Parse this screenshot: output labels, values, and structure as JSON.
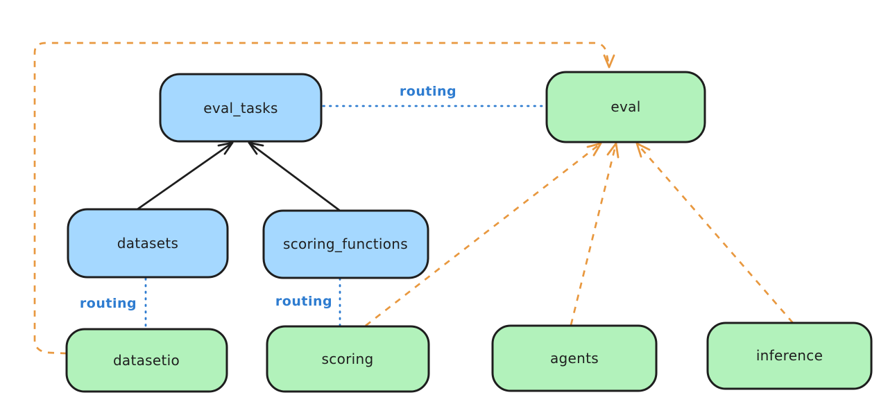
{
  "diagram": {
    "background": "#ffffff",
    "colors": {
      "blue_node_fill": "#a5d8ff",
      "green_node_fill": "#b2f2bb",
      "node_border": "#1e1e1e",
      "node_text": "#1e1e1e",
      "routing_blue": "#2e7cd0",
      "orange_dashed": "#e8983f",
      "black_arrow": "#1e1e1e"
    },
    "nodes": {
      "eval_tasks": {
        "label": "eval_tasks",
        "fill": "#a5d8ff"
      },
      "eval": {
        "label": "eval",
        "fill": "#b2f2bb"
      },
      "datasets": {
        "label": "datasets",
        "fill": "#a5d8ff"
      },
      "scoring_functions": {
        "label": "scoring_functions",
        "fill": "#a5d8ff"
      },
      "datasetio": {
        "label": "datasetio",
        "fill": "#b2f2bb"
      },
      "scoring": {
        "label": "scoring",
        "fill": "#b2f2bb"
      },
      "agents": {
        "label": "agents",
        "fill": "#b2f2bb"
      },
      "inference": {
        "label": "inference",
        "fill": "#b2f2bb"
      }
    },
    "edges": [
      {
        "from": "datasets",
        "to": "eval_tasks",
        "style": "solid",
        "arrow": true,
        "color": "#1e1e1e"
      },
      {
        "from": "scoring_functions",
        "to": "eval_tasks",
        "style": "solid",
        "arrow": true,
        "color": "#1e1e1e"
      },
      {
        "from": "eval_tasks",
        "to": "eval",
        "style": "dotted",
        "arrow": false,
        "color": "#2e7cd0",
        "label": "routing"
      },
      {
        "from": "datasets",
        "to": "datasetio",
        "style": "dotted",
        "arrow": false,
        "color": "#2e7cd0",
        "label": "routing"
      },
      {
        "from": "scoring_functions",
        "to": "scoring",
        "style": "dotted",
        "arrow": false,
        "color": "#2e7cd0",
        "label": "routing"
      },
      {
        "from": "datasetio",
        "to": "eval",
        "style": "dashed",
        "arrow": true,
        "color": "#e8983f"
      },
      {
        "from": "scoring",
        "to": "eval",
        "style": "dashed",
        "arrow": true,
        "color": "#e8983f"
      },
      {
        "from": "agents",
        "to": "eval",
        "style": "dashed",
        "arrow": true,
        "color": "#e8983f"
      },
      {
        "from": "inference",
        "to": "eval",
        "style": "dashed",
        "arrow": true,
        "color": "#e8983f"
      }
    ]
  }
}
